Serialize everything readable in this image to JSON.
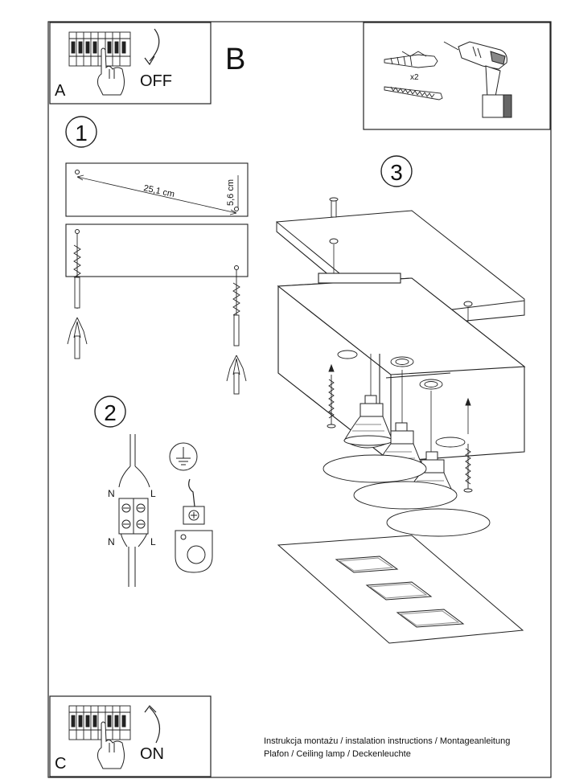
{
  "panel_a": {
    "letter": "A",
    "label": "OFF"
  },
  "panel_b": {
    "letter": "B",
    "quantity": "x2"
  },
  "panel_c": {
    "letter": "C",
    "label": "ON"
  },
  "steps": {
    "one": "1",
    "two": "2",
    "three": "3"
  },
  "dimensions": {
    "spacing": "25,1 cm",
    "offset": "5,6 cm"
  },
  "wiring": {
    "n_top": "N",
    "l_top": "L",
    "n_bottom": "N",
    "l_bottom": "L"
  },
  "caption": {
    "line1": "Instrukcja montażu / instalation instructions / Montageanleitung",
    "line2": "Plafon / Ceiling lamp / Deckenleuchte"
  }
}
